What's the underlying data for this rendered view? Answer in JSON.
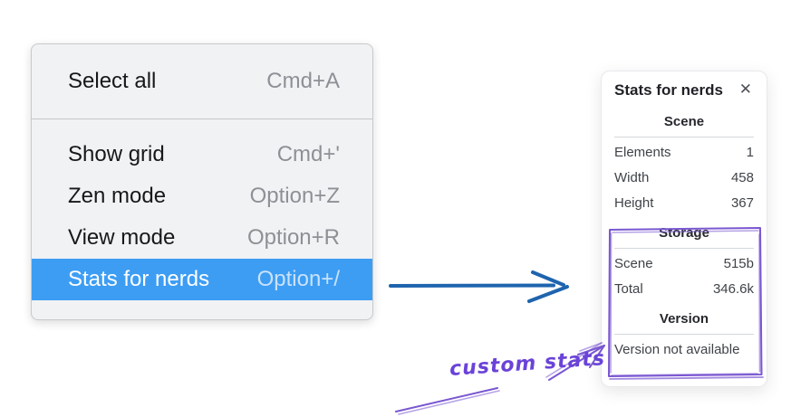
{
  "menu": {
    "items": [
      {
        "label": "Select all",
        "shortcut": "Cmd+A"
      },
      {
        "label": "Show grid",
        "shortcut": "Cmd+'"
      },
      {
        "label": "Zen mode",
        "shortcut": "Option+Z"
      },
      {
        "label": "View mode",
        "shortcut": "Option+R"
      },
      {
        "label": "Stats for nerds",
        "shortcut": "Option+/"
      }
    ],
    "highlighted_item": "Stats for nerds"
  },
  "panel": {
    "title": "Stats for nerds",
    "close_icon": "✕",
    "sections": [
      {
        "header": "Scene",
        "rows": [
          {
            "label": "Elements",
            "value": "1"
          },
          {
            "label": "Width",
            "value": "458"
          },
          {
            "label": "Height",
            "value": "367"
          }
        ]
      },
      {
        "header": "Storage",
        "rows": [
          {
            "label": "Scene",
            "value": "515b"
          },
          {
            "label": "Total",
            "value": "346.6k"
          }
        ]
      },
      {
        "header": "Version",
        "note": "Version not available"
      }
    ]
  },
  "annotation": {
    "label": "custom stats"
  },
  "colors": {
    "highlight_blue": "#3d9df3",
    "arrow_blue": "#1e64ae",
    "annotation_purple": "#7a57d1",
    "annotation_text_purple": "#6a43d8"
  }
}
